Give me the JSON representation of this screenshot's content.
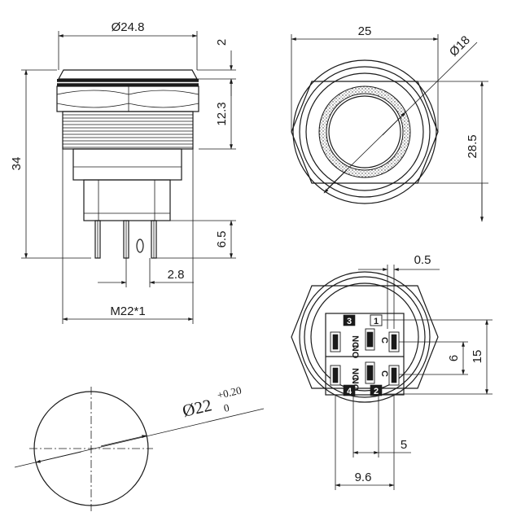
{
  "dimensions": {
    "side_view": {
      "head_diameter": "Ø24.8",
      "head_height": "2",
      "total_height": "34",
      "body_height": "12.3",
      "pin_length": "6.5",
      "pin_pitch": "2.8",
      "thread": "M22*1"
    },
    "front_view": {
      "hex_width": "25",
      "hex_height": "28.5",
      "ring_diameter": "Ø18"
    },
    "pin_view": {
      "pin_offset": "0.5",
      "inner_height": "6",
      "outer_height": "15",
      "pin_width": "5",
      "pin_span": "9.6"
    },
    "panel_cutout": {
      "diameter": "Ø22",
      "tol_plus": "+0.20",
      "tol_minus": "0"
    }
  },
  "pin_labels": {
    "pin1": "1",
    "pin2": "2",
    "pin3": "3",
    "pin4": "4",
    "nc": "NC",
    "no": "NO",
    "c": "C"
  },
  "colors": {
    "line": "#1a1a1a",
    "background": "#ffffff"
  }
}
